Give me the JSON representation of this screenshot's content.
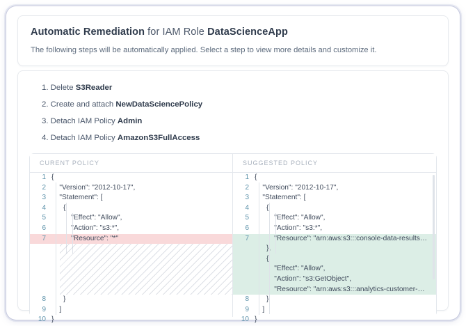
{
  "header": {
    "title_strong": "Automatic Remediation",
    "title_mid": " for IAM Role ",
    "title_target": "DataScienceApp",
    "subtitle": "The following steps will be automatically applied. Select a step to view more details and customize it."
  },
  "steps": [
    {
      "num": "1.",
      "text": "Delete ",
      "target": "S3Reader"
    },
    {
      "num": "2.",
      "text": "Create and attach ",
      "target": "NewDataSciencePolicy"
    },
    {
      "num": "3.",
      "text": "Detach IAM Policy ",
      "target": "Admin"
    },
    {
      "num": "4.",
      "text": "Detach IAM Policy ",
      "target": "AmazonS3FullAccess"
    }
  ],
  "diff": {
    "left": {
      "header": "CURENT POLICY",
      "lines": [
        {
          "num": "1",
          "text": "{",
          "hl": "none"
        },
        {
          "num": "2",
          "text": "    \"Version\": \"2012-10-17\",",
          "hl": "none"
        },
        {
          "num": "3",
          "text": "    \"Statement\": [",
          "hl": "none"
        },
        {
          "num": "4",
          "text": "      {",
          "hl": "none"
        },
        {
          "num": "5",
          "text": "          \"Effect\": \"Allow\",",
          "hl": "none"
        },
        {
          "num": "6",
          "text": "          \"Action\": \"s3:*\",",
          "hl": "none"
        },
        {
          "num": "7",
          "text": "          \"Resource\": \"*\"",
          "hl": "red"
        },
        {
          "num": "",
          "text": "",
          "hl": "hatch"
        },
        {
          "num": "",
          "text": "",
          "hl": "hatch"
        },
        {
          "num": "",
          "text": "",
          "hl": "hatch"
        },
        {
          "num": "",
          "text": "",
          "hl": "hatch"
        },
        {
          "num": "",
          "text": "",
          "hl": "hatch"
        },
        {
          "num": "8",
          "text": "      }",
          "hl": "none"
        },
        {
          "num": "9",
          "text": "    ]",
          "hl": "none"
        },
        {
          "num": "10",
          "text": "}",
          "hl": "none"
        }
      ]
    },
    "right": {
      "header": "SUGGESTED POLICY",
      "lines": [
        {
          "num": "1",
          "text": "{",
          "hl": "none"
        },
        {
          "num": "2",
          "text": "    \"Version\": \"2012-10-17\",",
          "hl": "none"
        },
        {
          "num": "3",
          "text": "    \"Statement\": [",
          "hl": "none"
        },
        {
          "num": "4",
          "text": "      {",
          "hl": "none"
        },
        {
          "num": "5",
          "text": "          \"Effect\": \"Allow\",",
          "hl": "none"
        },
        {
          "num": "6",
          "text": "          \"Action\": \"s3:*\",",
          "hl": "none"
        },
        {
          "num": "7",
          "text": "          \"Resource\": \"arn:aws:s3:::console-data-results…",
          "hl": "green"
        },
        {
          "num": "",
          "text": "      },",
          "hl": "green"
        },
        {
          "num": "",
          "text": "      {",
          "hl": "green"
        },
        {
          "num": "",
          "text": "          \"Effect\": \"Allow\",",
          "hl": "green"
        },
        {
          "num": "",
          "text": "          \"Action\": \"s3:GetObject\",",
          "hl": "green"
        },
        {
          "num": "",
          "text": "          \"Resource\": \"arn:aws:s3:::analytics-customer-…",
          "hl": "green"
        },
        {
          "num": "8",
          "text": "      }",
          "hl": "none"
        },
        {
          "num": "9",
          "text": "    ]",
          "hl": "none"
        },
        {
          "num": "10",
          "text": "}",
          "hl": "none"
        }
      ]
    }
  },
  "colors": {
    "removed_highlight": "#f9d9da",
    "added_highlight": "#dceee6",
    "line_number": "#5e93ab",
    "code_text": "#404b5c",
    "pane_header_text": "#a8b1bd",
    "card_border": "#e7eaee"
  }
}
